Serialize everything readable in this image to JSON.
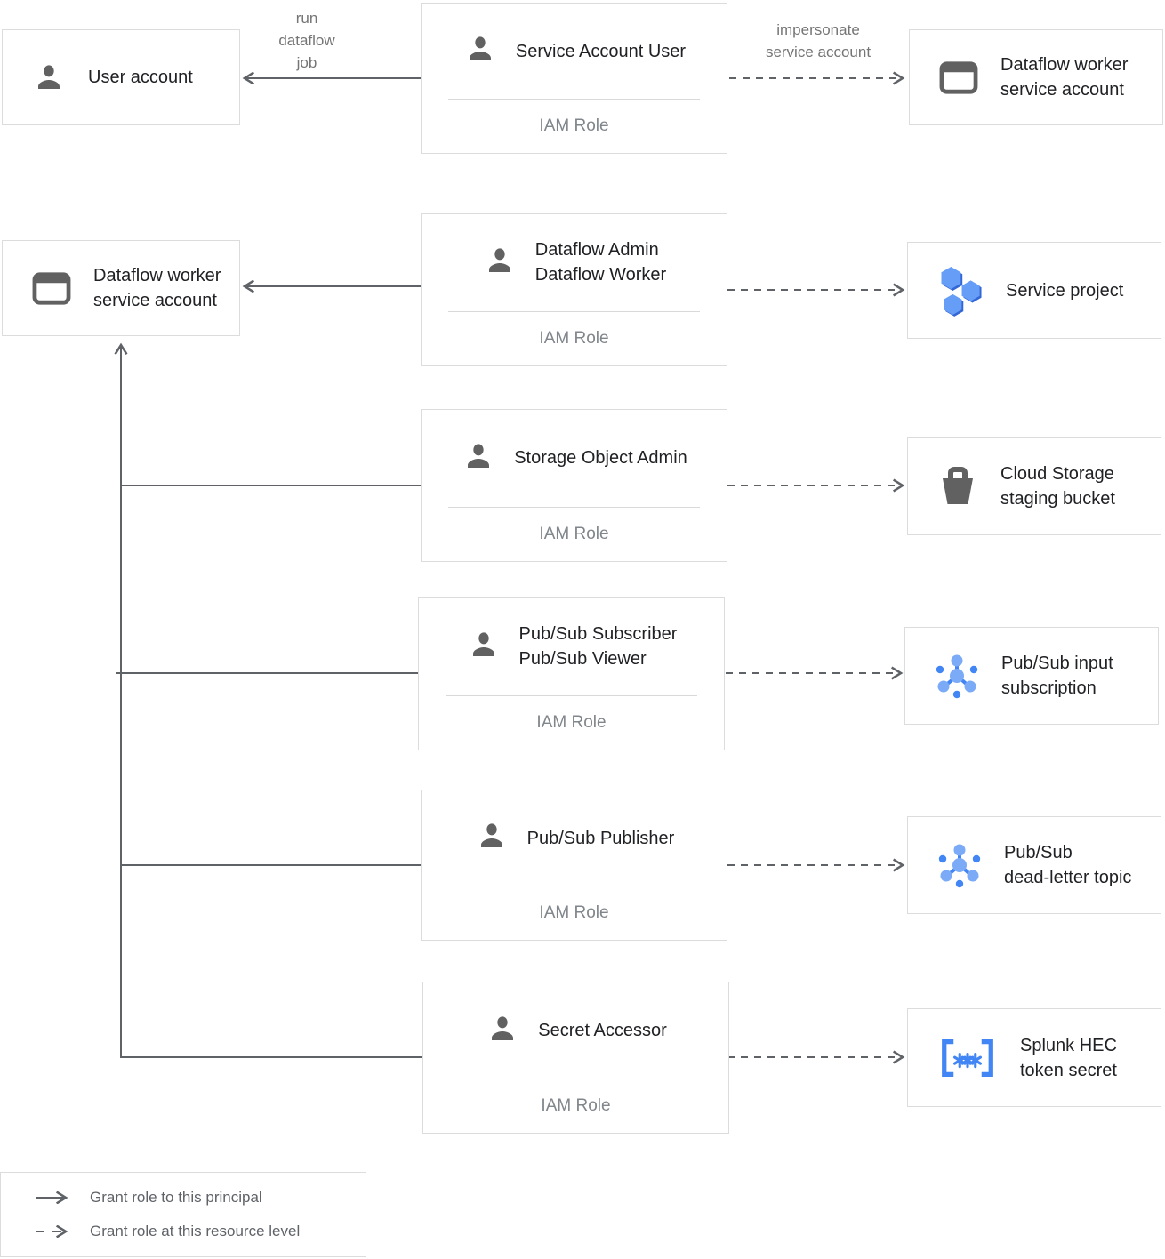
{
  "left_column": {
    "user_account": {
      "label": "User account",
      "icon": "person-icon"
    },
    "worker_sa": {
      "line1": "Dataflow worker",
      "line2": "service account",
      "icon": "service-account-icon"
    }
  },
  "role_column": [
    {
      "line1": "Service Account User",
      "subtitle": "IAM Role",
      "icon": "person-icon"
    },
    {
      "line1": "Dataflow Admin",
      "line2": "Dataflow Worker",
      "subtitle": "IAM Role",
      "icon": "person-icon"
    },
    {
      "line1": "Storage Object Admin",
      "subtitle": "IAM Role",
      "icon": "person-icon"
    },
    {
      "line1": "Pub/Sub Subscriber",
      "line2": "Pub/Sub Viewer",
      "subtitle": "IAM Role",
      "icon": "person-icon"
    },
    {
      "line1": "Pub/Sub Publisher",
      "subtitle": "IAM Role",
      "icon": "person-icon"
    },
    {
      "line1": "Secret Accessor",
      "subtitle": "IAM Role",
      "icon": "person-icon"
    }
  ],
  "resource_column": [
    {
      "line1": "Dataflow worker",
      "line2": "service account",
      "icon": "service-account-icon"
    },
    {
      "line1": "Service project",
      "icon": "project-icon"
    },
    {
      "line1": "Cloud Storage",
      "line2": "staging bucket",
      "icon": "bucket-icon"
    },
    {
      "line1": "Pub/Sub input",
      "line2": "subscription",
      "icon": "pubsub-icon"
    },
    {
      "line1": "Pub/Sub",
      "line2": "dead-letter topic",
      "icon": "pubsub-icon"
    },
    {
      "line1": "Splunk HEC",
      "line2": "token secret",
      "icon": "secret-icon"
    }
  ],
  "edge_labels": {
    "run_dataflow_job": [
      "run",
      "dataflow",
      "job"
    ],
    "impersonate": [
      "impersonate",
      "service account"
    ]
  },
  "legend": {
    "items": [
      {
        "label": "Grant role to this principal",
        "style": "solid"
      },
      {
        "label": "Grant role at this resource level",
        "style": "dashed"
      }
    ]
  },
  "colors": {
    "box_border": "#dcdcdc",
    "title_text": "#202124",
    "muted_text": "#80868b",
    "edge_label_text": "#757575",
    "line": "#5f6368",
    "icon_gray": "#616161",
    "blue": "#4285f4",
    "light_blue": "#7baaf7",
    "dark_blue": "#3367d6"
  }
}
